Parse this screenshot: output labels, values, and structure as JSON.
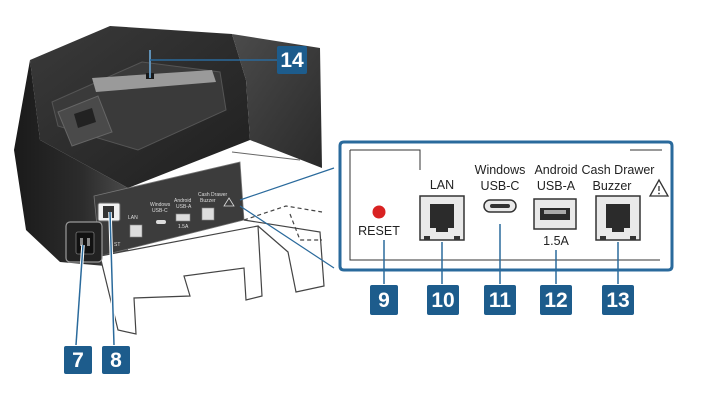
{
  "diagram": {
    "callouts": {
      "power_inlet": "7",
      "power_switch": "8",
      "reset": "9",
      "lan": "10",
      "usb_c": "11",
      "usb_a": "12",
      "cash_drawer": "13",
      "paper_slot": "14"
    },
    "port_labels": {
      "reset": "RESET",
      "lan": "LAN",
      "usb_c_line1": "Windows",
      "usb_c_line2": "USB-C",
      "usb_a_line1": "Android",
      "usb_a_line2": "USB-A",
      "usb_a_rating": "1.5A",
      "cash_drawer_line1": "Cash Drawer",
      "cash_drawer_line2": "Buzzer"
    },
    "body_labels": {
      "lan": "LAN",
      "usb_c_line1": "Windows",
      "usb_c_line2": "USB-C",
      "usb_a_line1": "Android",
      "usb_a_line2": "USB-A",
      "usb_a_rating": "1.5A",
      "cash_drawer_line1": "Cash Drawer",
      "cash_drawer_line2": "Buzzer",
      "reset": "ST"
    },
    "colors": {
      "badge": "#1d5c8c",
      "panel_border": "#2a6a9c",
      "reset_led": "#d92222",
      "body_dark": "#2e2e2e"
    }
  }
}
